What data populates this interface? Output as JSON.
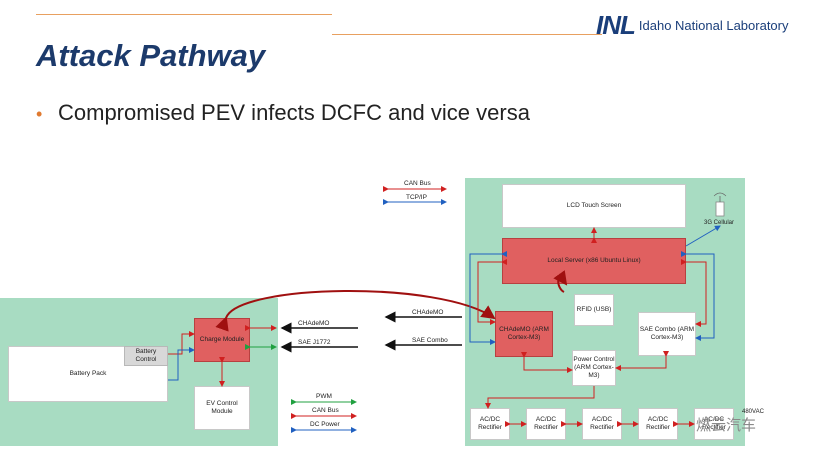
{
  "header": {
    "logo_mark": "INL",
    "logo_text": "Idaho National Laboratory"
  },
  "slide": {
    "title": "Attack Pathway",
    "bullet": "Compromised PEV infects DCFC and vice versa"
  },
  "legend_top": {
    "can_bus": "CAN Bus",
    "tcp_ip": "TCP/IP"
  },
  "legend_bottom": {
    "pwm": "PWM",
    "can_bus": "CAN Bus",
    "dc_power": "DC Power"
  },
  "vehicle": {
    "battery_pack": "Battery Pack",
    "battery_control": "Battery Control",
    "charge_module": "Charge Module",
    "ev_control_module": "EV Control Module"
  },
  "links": {
    "chademo_vehicle": "CHAdeMO",
    "sae_j1772": "SAE J1772",
    "chademo_charger": "CHAdeMO",
    "sae_combo_charger": "SAE Combo"
  },
  "charger": {
    "lcd": "LCD Touch Screen",
    "cellular": "3G Cellular",
    "local_server": "Local Server (x86 Ubuntu Linux)",
    "rfid": "RFID (USB)",
    "chademo": "CHAdeMO (ARM Cortex-M3)",
    "sae_combo": "SAE Combo (ARM Cortex-M3)",
    "power_control": "Power Control (ARM Cortex-M3)",
    "rectifiers": [
      "AC/DC Rectifier",
      "AC/DC Rectifier",
      "AC/DC Rectifier",
      "AC/DC Rectifier",
      "AC/DC Rectifier"
    ],
    "input_label": "480VAC"
  },
  "watermark": "燃云汽车",
  "colors": {
    "title": "#1c3a6b",
    "bullet": "#e07a30",
    "green": "#a8dcc2",
    "red_box": "#e06060",
    "can_red": "#d02020",
    "tcp_blue": "#2060c0",
    "pwm_green": "#20a040",
    "black_arrow": "#111111",
    "dark_red_arrow": "#a01010"
  }
}
